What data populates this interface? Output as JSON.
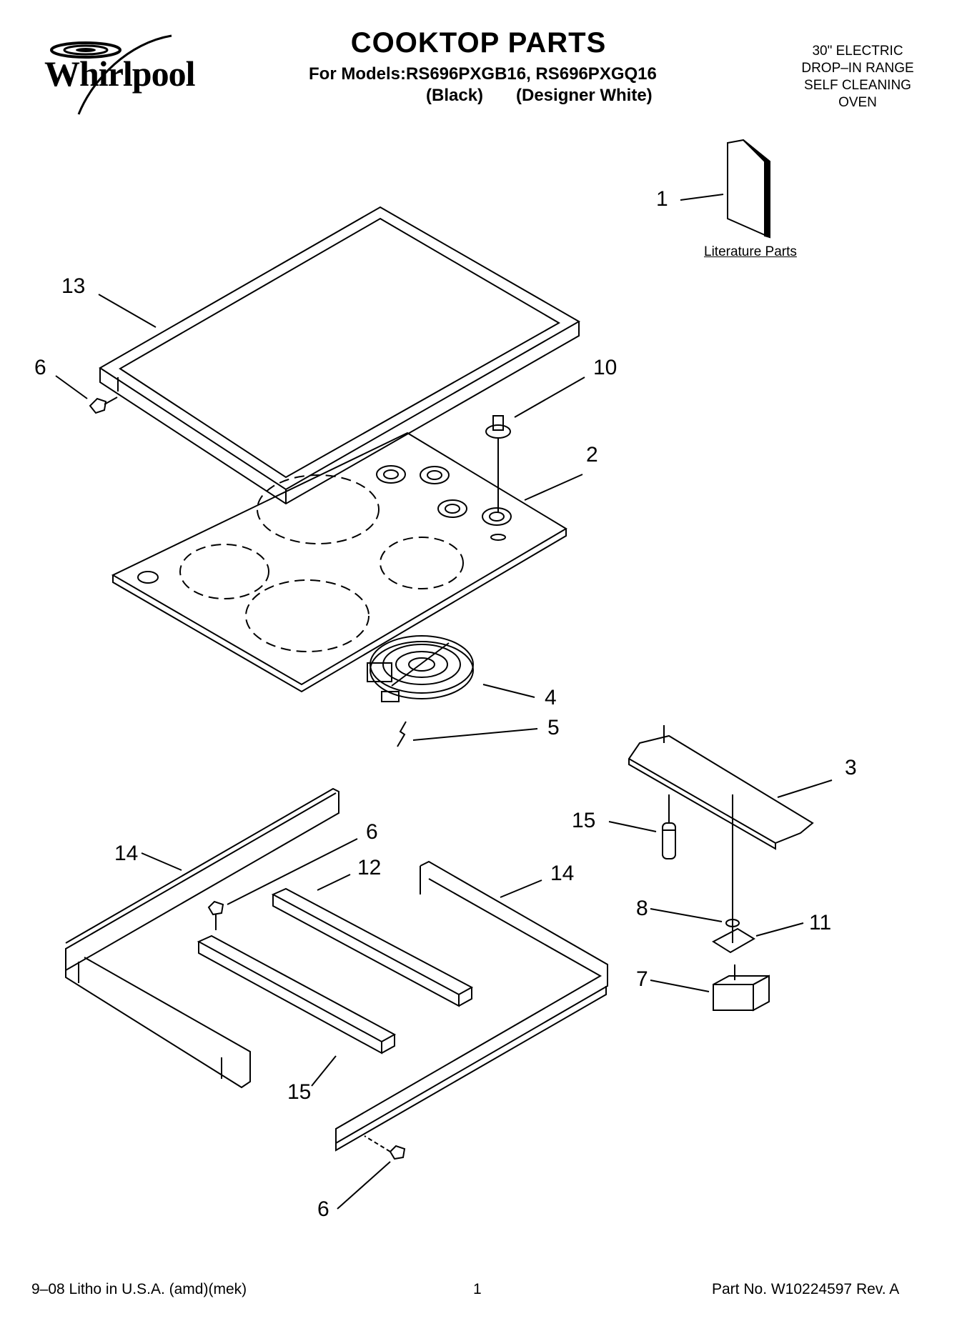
{
  "header": {
    "brand": "Whirlpool",
    "title": "COOKTOP PARTS",
    "models_line": "For Models:RS696PXGB16, RS696PXGQ16",
    "variant_black": "(Black)",
    "variant_white": "(Designer White)",
    "spec_lines": [
      "30\" ELECTRIC",
      "DROP–IN RANGE",
      "SELF CLEANING",
      "OVEN"
    ]
  },
  "literature_label": "Literature Parts",
  "callouts": {
    "c1": "1",
    "c2": "2",
    "c3": "3",
    "c4": "4",
    "c5": "5",
    "c6a": "6",
    "c6b": "6",
    "c6c": "6",
    "c7": "7",
    "c8": "8",
    "c10": "10",
    "c11": "11",
    "c12": "12",
    "c13": "13",
    "c14a": "14",
    "c14b": "14",
    "c15a": "15",
    "c15b": "15"
  },
  "footer": {
    "left": "9–08 Litho in U.S.A. (amd)(mek)",
    "center": "1",
    "right": "Part No. W10224597 Rev. A"
  },
  "colors": {
    "ink": "#000000",
    "paper": "#ffffff"
  }
}
